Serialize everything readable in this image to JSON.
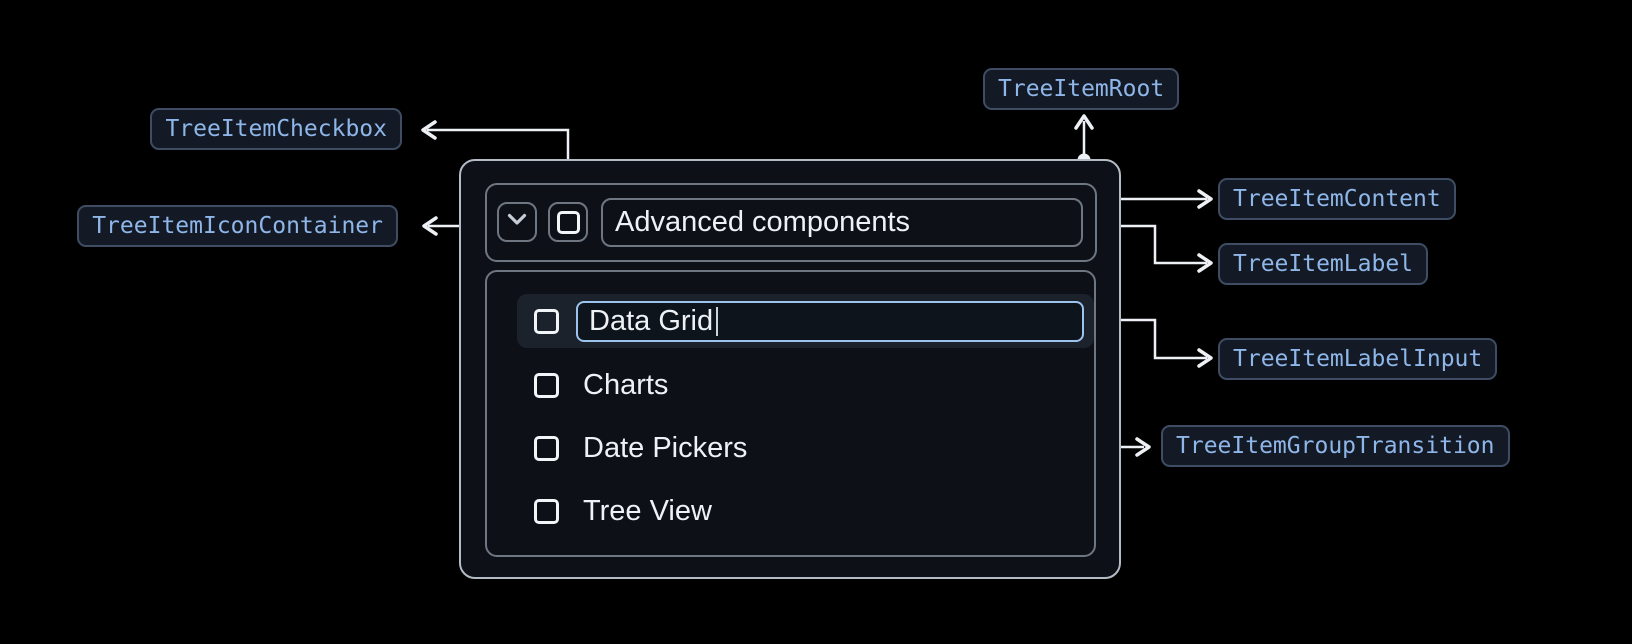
{
  "badges": {
    "checkbox": {
      "label": "TreeItemCheckbox"
    },
    "icon_container": {
      "label": "TreeItemIconContainer"
    },
    "root": {
      "label": "TreeItemRoot"
    },
    "content": {
      "label": "TreeItemContent"
    },
    "item_label": {
      "label": "TreeItemLabel"
    },
    "label_input": {
      "label": "TreeItemLabelInput"
    },
    "group_transition": {
      "label": "TreeItemGroupTransition"
    }
  },
  "tree": {
    "parent": {
      "label": "Advanced components"
    },
    "editing_item": {
      "input_value": "Data Grid"
    },
    "children": [
      {
        "label": "Charts"
      },
      {
        "label": "Date Pickers"
      },
      {
        "label": "Tree View"
      }
    ]
  },
  "colors": {
    "badge_text": "#8fb6e8",
    "badge_border": "#3e4d63",
    "badge_background": "#131a26",
    "panel_background": "#0d1117",
    "panel_border": "#b3bbc4",
    "inner_border": "#6e7681",
    "row_highlight": "#1b222c",
    "input_focus_border": "#9cc2ee",
    "connector": "#edf1f5"
  }
}
